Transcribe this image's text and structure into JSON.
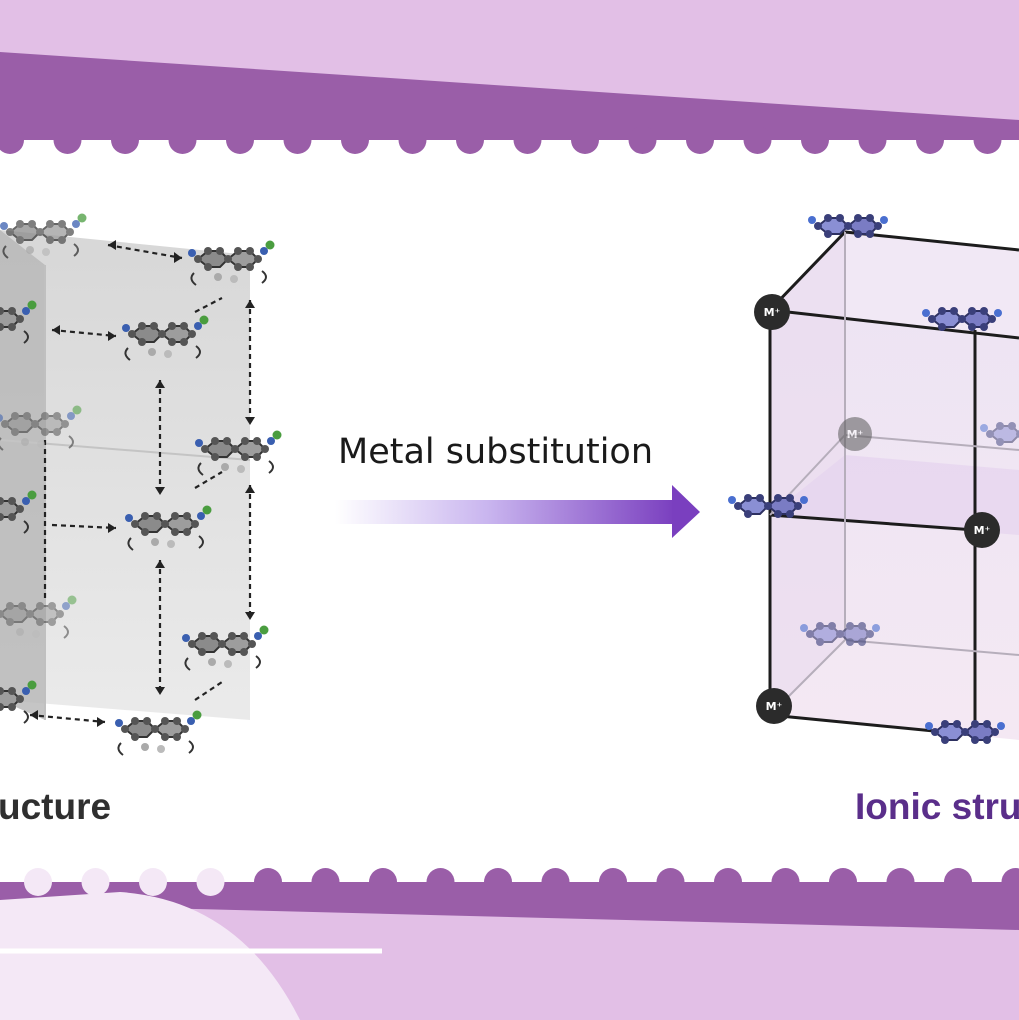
{
  "diagram": {
    "arrow_label": "Metal substitution",
    "left_caption": "ucture",
    "right_caption": "Ionic stru",
    "metal_ion_label": "M⁺"
  },
  "colors": {
    "band_light": "#e2bfe6",
    "band_dark": "#9a5ea8",
    "cut_circle": "#e6c9ec",
    "panel_bg": "#ffffff",
    "right_caption": "#5a2e8a",
    "arrow_end": "#7a3fbf"
  }
}
